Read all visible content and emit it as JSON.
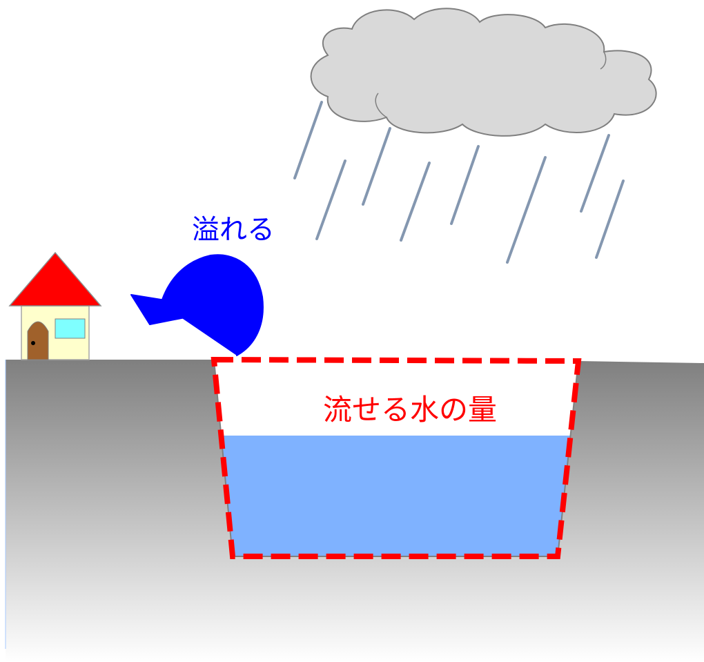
{
  "labels": {
    "overflow": "溢れる",
    "capacity": "流せる水の量"
  },
  "colors": {
    "overflow_arrow": "#0000ff",
    "capacity_outline": "#ff0000",
    "water": "#7fb2ff",
    "ground_top": "#808080",
    "ground_bottom": "#ffffff",
    "cloud": "#d9d9d9",
    "rain": "#8497b0",
    "roof": "#ff0000",
    "house_wall": "#ffffcc",
    "door": "#a0612b",
    "window": "#7fffff"
  },
  "icons": {
    "cloud": "rain-cloud",
    "house": "house-icon",
    "arrow": "curved-arrow-icon"
  }
}
